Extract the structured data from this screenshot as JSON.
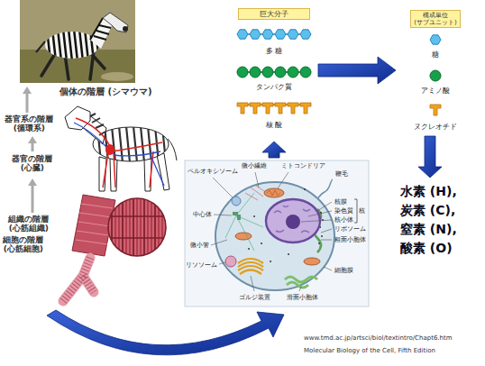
{
  "diagram": {
    "nodes": [
      {
        "text": [
          "巨大分子",
          "多 糖",
          "タンパク質",
          "核 酸"
        ]
      },
      {
        "text": [
          "構成単位 (サブユニット)",
          "糖",
          "アミノ酸",
          "ヌクレオチド"
        ]
      },
      {
        "text": [
          "水素 (H),",
          "炭素 (C),",
          "窒素 (N),",
          "酸素 (O)"
        ]
      },
      {
        "text": [
          "ペルオキシソーム",
          "微小繊維",
          "ミトコンドリア",
          "鞭毛",
          "核膜",
          "染色質",
          "核小体",
          "核",
          "リボソーム",
          "粗面小胞体",
          "中心体",
          "微小管",
          "リソソーム",
          "細胞膜",
          "ゴルジ装置",
          "滑面小胞体"
        ]
      }
    ],
    "edges": [
      {
        "from": 3,
        "to": 0,
        "arrow": "to"
      },
      {
        "from": 0,
        "to": 1,
        "arrow": "to"
      },
      {
        "from": 1,
        "to": 2,
        "arrow": "to"
      }
    ],
    "labels": [
      "個体の階層 (シマウマ)",
      "器官系の階層 (循環系)",
      "器官の階層 (心臓)",
      "組織の階層 (心筋組織)",
      "細胞の階層 (心筋細胞)",
      "www.tmd.ac.jp/artsci/biol/textintro/Chapt6.htm",
      "Molecular Biology of the Cell, Fifth Edition"
    ]
  }
}
